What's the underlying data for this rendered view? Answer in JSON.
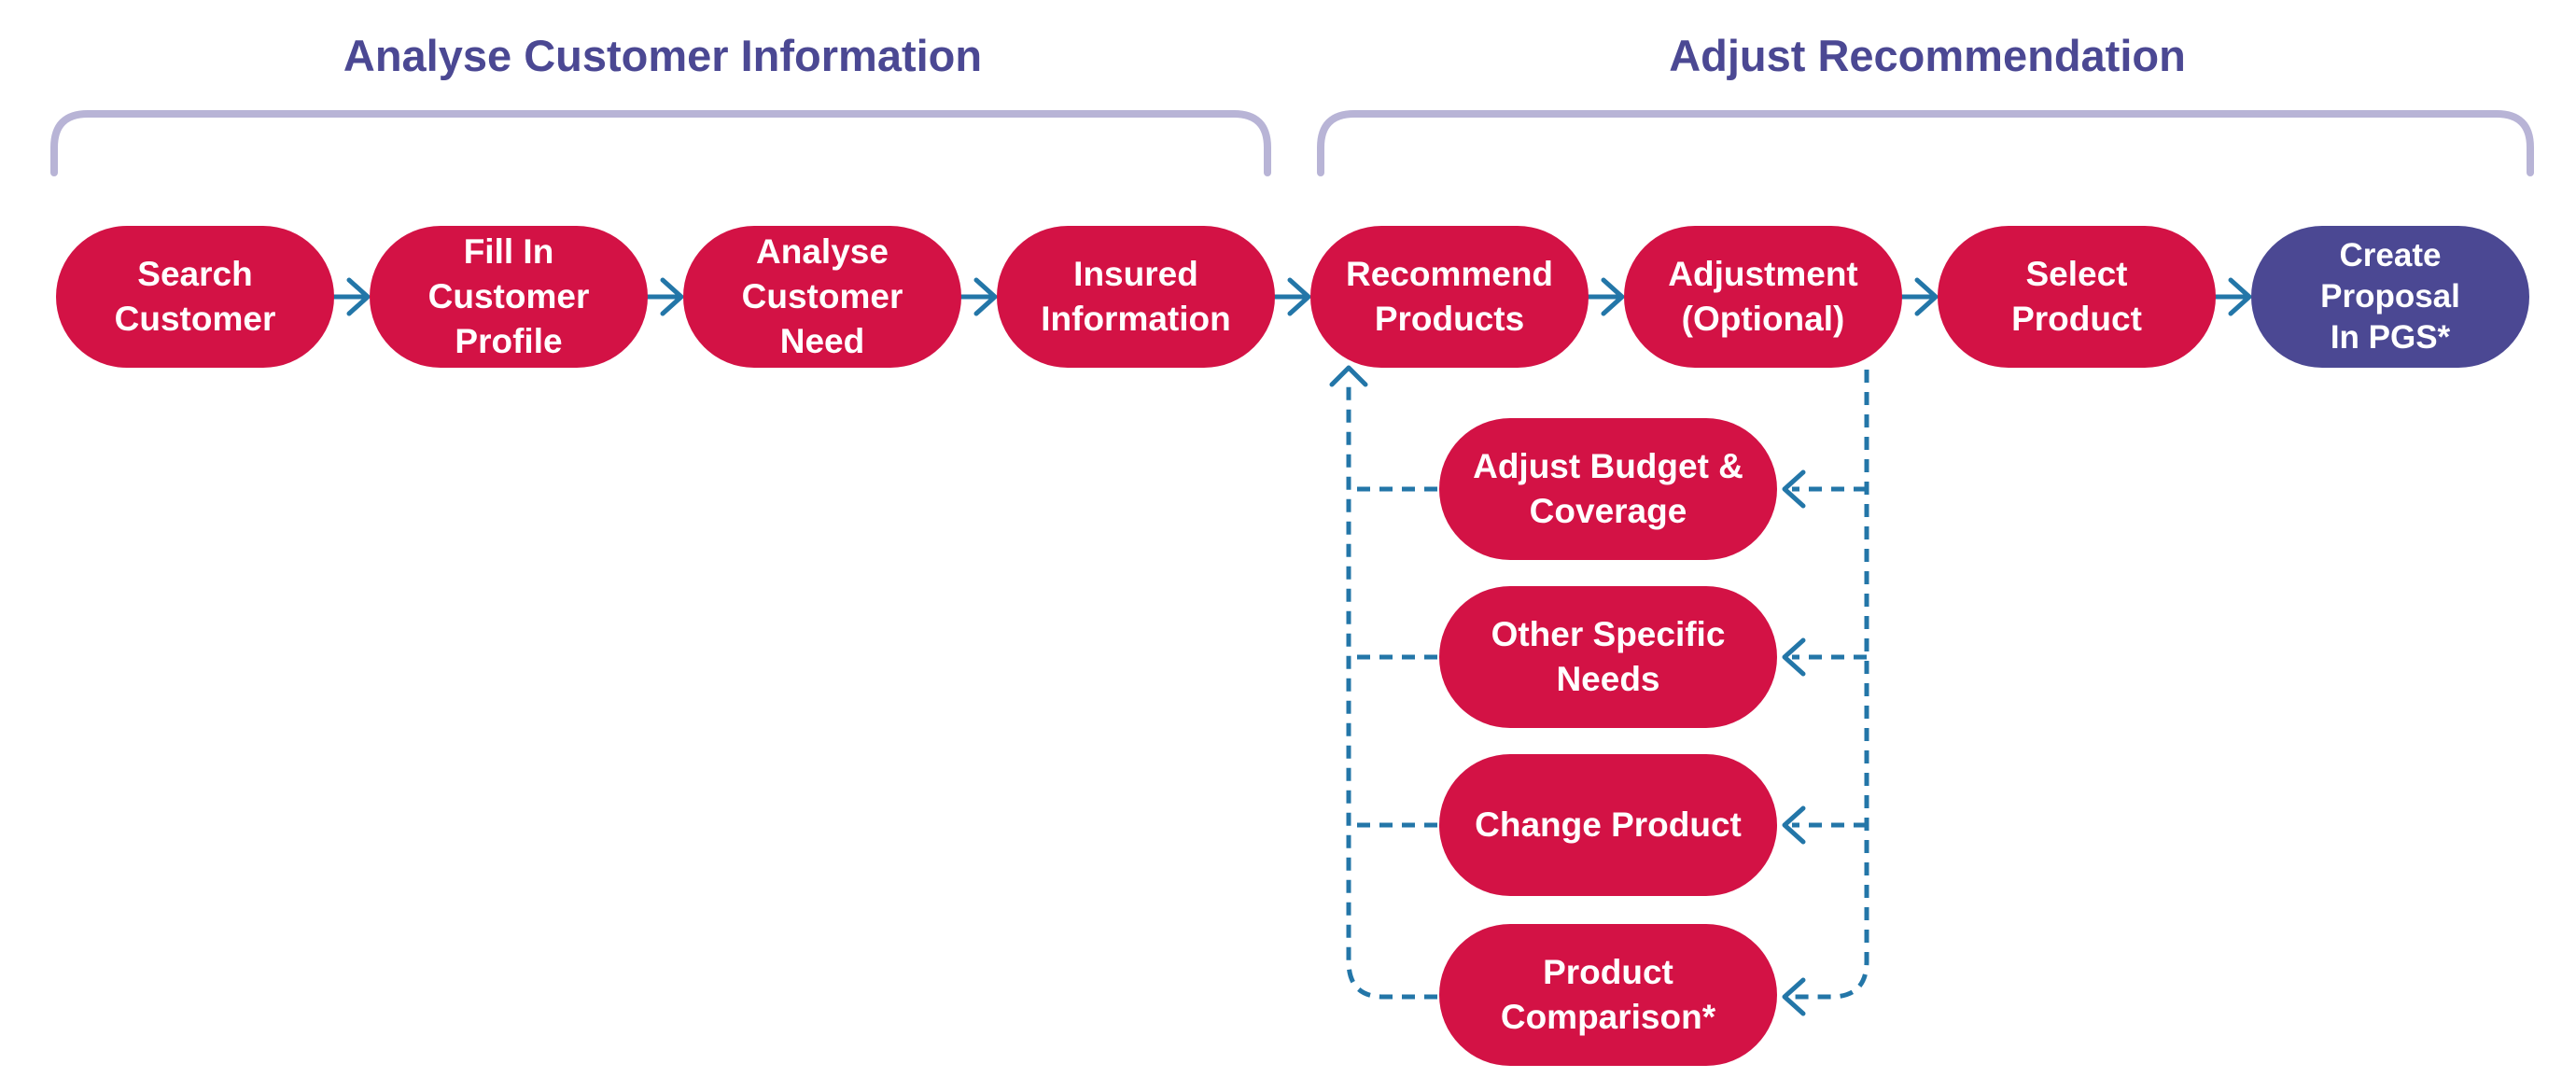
{
  "sections": {
    "left_title": "Analyse Customer Information",
    "right_title": "Adjust Recommendation"
  },
  "steps": {
    "search_customer": "Search\nCustomer",
    "fill_profile": "Fill In\nCustomer\nProfile",
    "analyse_need": "Analyse\nCustomer\nNeed",
    "insured_info": "Insured\nInformation",
    "recommend_products": "Recommend\nProducts",
    "adjustment": "Adjustment\n(Optional)",
    "select_product": "Select\nProduct",
    "create_proposal": "Create Proposal\nIn PGS*"
  },
  "adjustments": {
    "budget_coverage": "Adjust Budget &\nCoverage",
    "specific_needs": "Other Specific\nNeeds",
    "change_product": "Change Product",
    "comparison": "Product\nComparison*"
  },
  "colors": {
    "step": "#d31245",
    "final_step": "#4b4893",
    "title": "#4b4893",
    "bracket": "#b8b4d6",
    "arrow": "#2376a8"
  }
}
